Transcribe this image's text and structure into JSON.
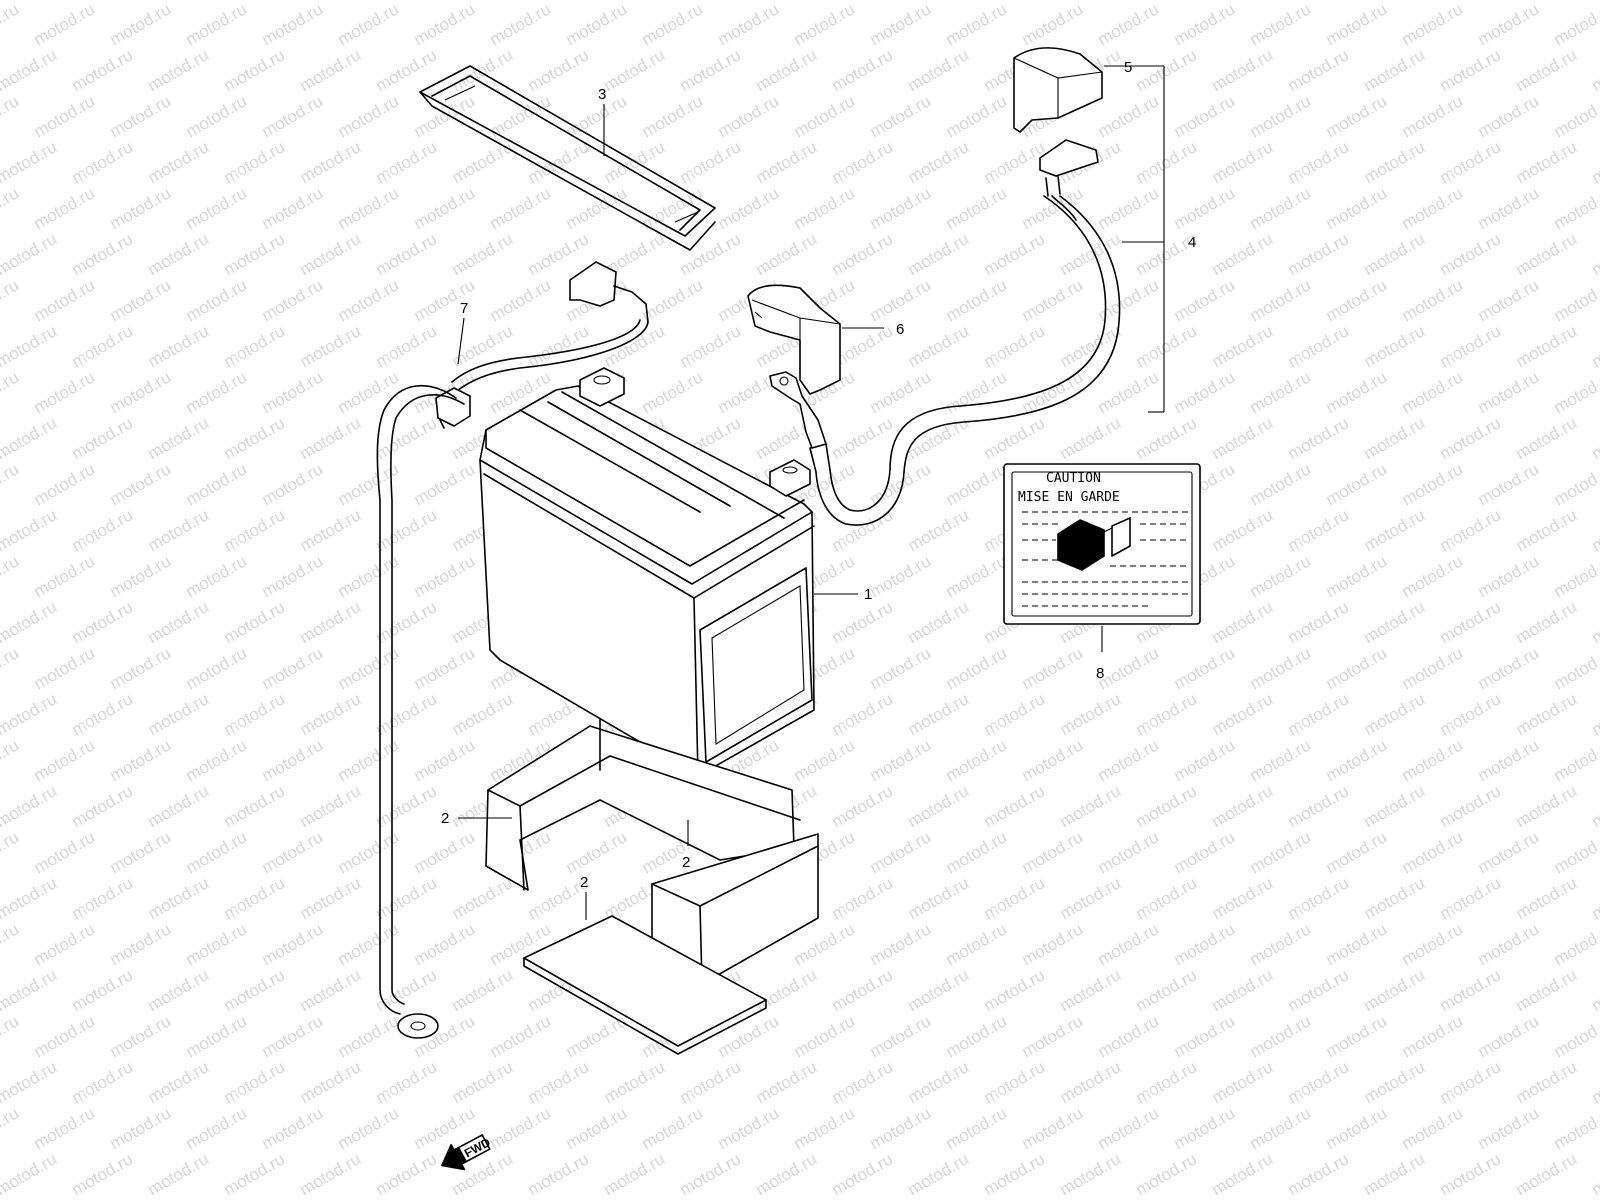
{
  "watermark": {
    "text": "motod.ru"
  },
  "callouts": {
    "c1": "1",
    "c2a": "2",
    "c2b": "2",
    "c2c": "2",
    "c3": "3",
    "c4": "4",
    "c5": "5",
    "c6": "6",
    "c7": "7",
    "c8": "8"
  },
  "caution_label": {
    "line1": "CAUTION",
    "line2": "MISE EN GARDE"
  },
  "fwd_arrow": {
    "text": "FWD"
  }
}
